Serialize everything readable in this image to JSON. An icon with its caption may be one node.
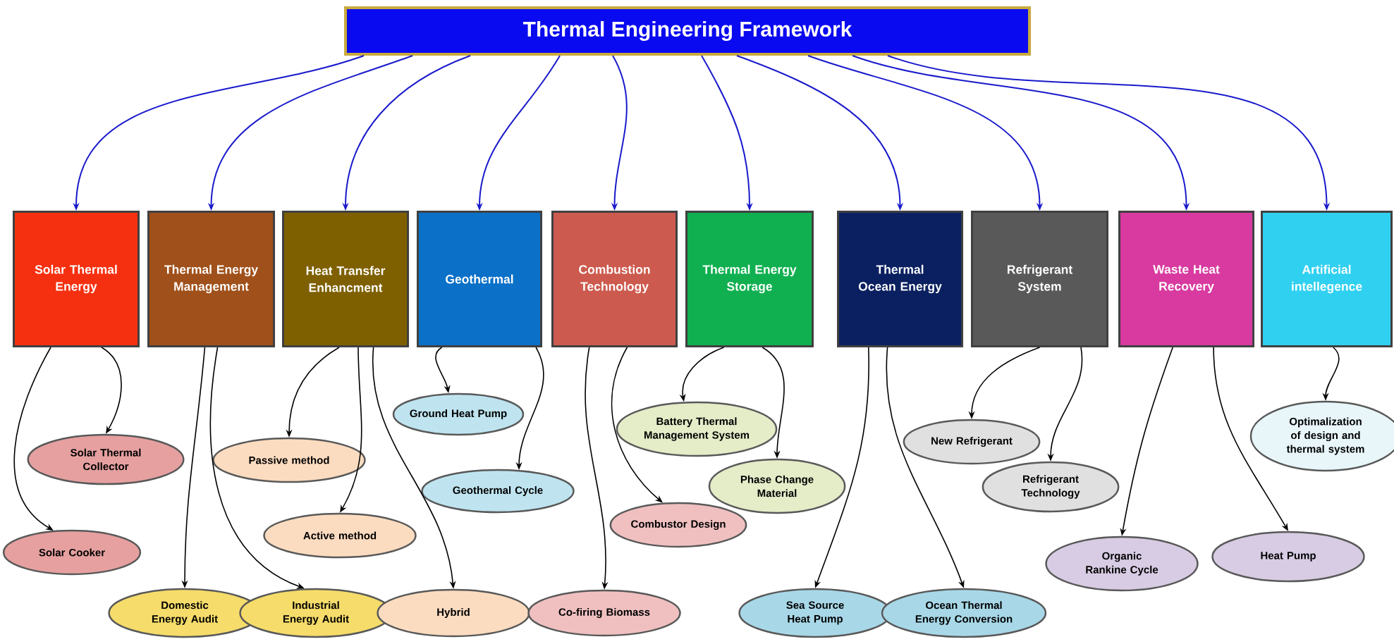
{
  "diagram": {
    "nodes": [
      {
        "text": [
          "Thermal Engineering Framework"
        ]
      },
      {
        "text": [
          "Solar Thermal Energy"
        ]
      },
      {
        "text": [
          "Thermal Energy Management"
        ]
      },
      {
        "text": [
          "Heat Transfer Enhancment"
        ]
      },
      {
        "text": [
          "Geothermal"
        ]
      },
      {
        "text": [
          "Combustion Technology"
        ]
      },
      {
        "text": [
          "Thermal Energy Storage"
        ]
      },
      {
        "text": [
          "Thermal Ocean Energy"
        ]
      },
      {
        "text": [
          "Refrigerant System"
        ]
      },
      {
        "text": [
          "Waste Heat Recovery"
        ]
      },
      {
        "text": [
          "Artificial intellegence"
        ]
      },
      {
        "text": [
          "Solar Thermal Collector"
        ]
      },
      {
        "text": [
          "Solar Cooker"
        ]
      },
      {
        "text": [
          "Domestic Energy Audit"
        ]
      },
      {
        "text": [
          "Industrial Energy Audit"
        ]
      },
      {
        "text": [
          "Passive method"
        ]
      },
      {
        "text": [
          "Active method"
        ]
      },
      {
        "text": [
          "Hybrid"
        ]
      },
      {
        "text": [
          "Ground Heat Pump"
        ]
      },
      {
        "text": [
          "Geothermal Cycle"
        ]
      },
      {
        "text": [
          "Co-firing Biomass"
        ]
      },
      {
        "text": [
          "Combustor Design"
        ]
      },
      {
        "text": [
          "Battery Thermal Management System"
        ]
      },
      {
        "text": [
          "Phase Change Material"
        ]
      },
      {
        "text": [
          "Sea Source Heat Pump"
        ]
      },
      {
        "text": [
          "Ocean Thermal Energy Conversion"
        ]
      },
      {
        "text": [
          "New Refrigerant"
        ]
      },
      {
        "text": [
          "Refrigerant Technology"
        ]
      },
      {
        "text": [
          "Organic Rankine Cycle"
        ]
      },
      {
        "text": [
          "Heat Pump"
        ]
      },
      {
        "text": [
          "Optimalization of design and thermal system"
        ]
      }
    ],
    "edges": [
      {
        "from": 0,
        "to": 1,
        "arrow": "to",
        "color": "#1a1acc"
      },
      {
        "from": 0,
        "to": 2,
        "arrow": "to",
        "color": "#1a1acc"
      },
      {
        "from": 0,
        "to": 3,
        "arrow": "to",
        "color": "#1a1acc"
      },
      {
        "from": 0,
        "to": 4,
        "arrow": "to",
        "color": "#1a1acc"
      },
      {
        "from": 0,
        "to": 5,
        "arrow": "to",
        "color": "#1a1acc"
      },
      {
        "from": 0,
        "to": 6,
        "arrow": "to",
        "color": "#1a1acc"
      },
      {
        "from": 0,
        "to": 7,
        "arrow": "to",
        "color": "#1a1acc"
      },
      {
        "from": 0,
        "to": 8,
        "arrow": "to",
        "color": "#1a1acc"
      },
      {
        "from": 0,
        "to": 9,
        "arrow": "to",
        "color": "#1a1acc"
      },
      {
        "from": 0,
        "to": 10,
        "arrow": "to",
        "color": "#1a1acc"
      },
      {
        "from": 1,
        "to": 11,
        "arrow": "to"
      },
      {
        "from": 1,
        "to": 12,
        "arrow": "to"
      },
      {
        "from": 2,
        "to": 13,
        "arrow": "to"
      },
      {
        "from": 2,
        "to": 14,
        "arrow": "to"
      },
      {
        "from": 3,
        "to": 15,
        "arrow": "to"
      },
      {
        "from": 3,
        "to": 16,
        "arrow": "to"
      },
      {
        "from": 3,
        "to": 17,
        "arrow": "to"
      },
      {
        "from": 4,
        "to": 18,
        "arrow": "to"
      },
      {
        "from": 4,
        "to": 19,
        "arrow": "to"
      },
      {
        "from": 5,
        "to": 20,
        "arrow": "to"
      },
      {
        "from": 5,
        "to": 21,
        "arrow": "to"
      },
      {
        "from": 6,
        "to": 22,
        "arrow": "to"
      },
      {
        "from": 6,
        "to": 23,
        "arrow": "to"
      },
      {
        "from": 7,
        "to": 24,
        "arrow": "to"
      },
      {
        "from": 7,
        "to": 25,
        "arrow": "to"
      },
      {
        "from": 8,
        "to": 26,
        "arrow": "to"
      },
      {
        "from": 8,
        "to": 27,
        "arrow": "to"
      },
      {
        "from": 9,
        "to": 28,
        "arrow": "to"
      },
      {
        "from": 9,
        "to": 29,
        "arrow": "to"
      },
      {
        "from": 10,
        "to": 30,
        "arrow": "to"
      }
    ]
  }
}
